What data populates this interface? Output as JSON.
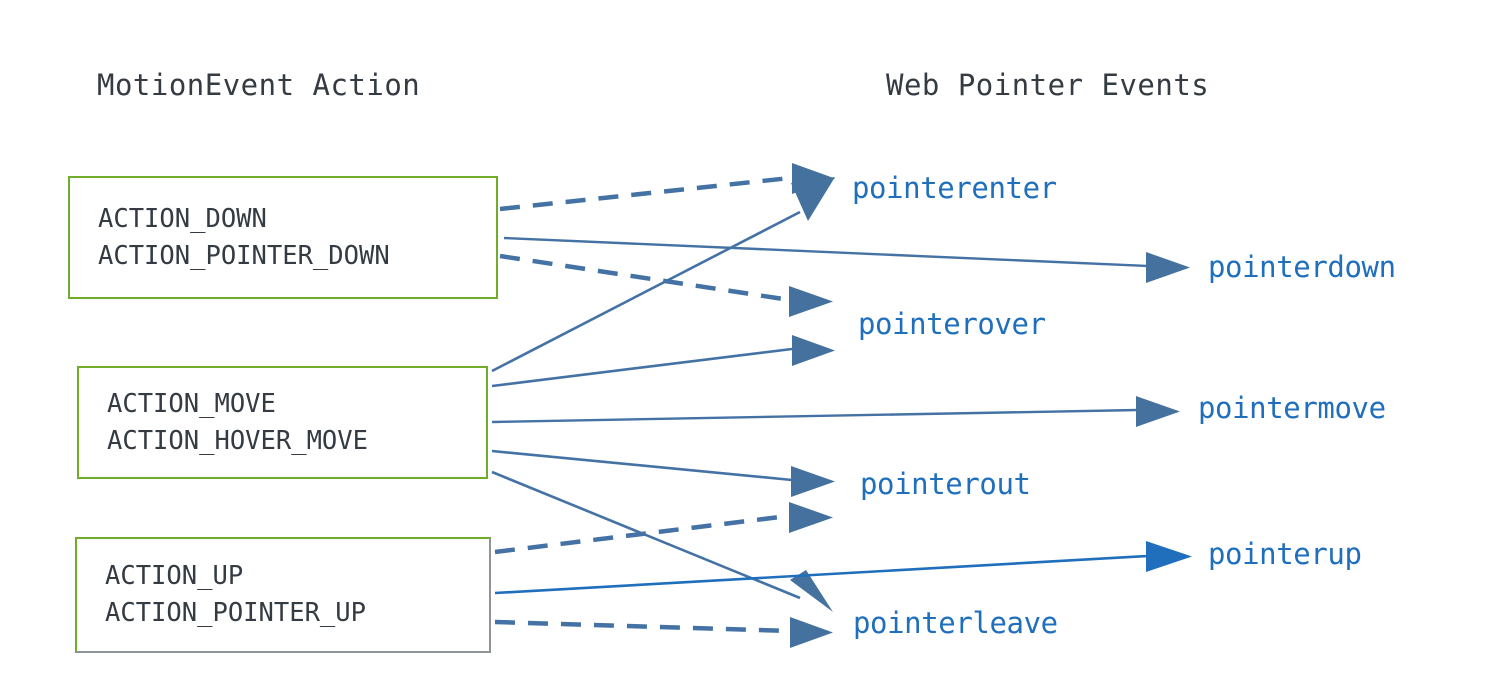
{
  "columns": {
    "left_title": "MotionEvent Action",
    "right_title": "Web Pointer Events"
  },
  "colors": {
    "box_border_green": "#70AD2A",
    "box_border_gray": "#8F9596",
    "action_text": "#353B42",
    "event_text": "#1F6FBC",
    "connector_blue": "#4472A4",
    "connector_blue_strong": "#1F6FBC",
    "background": "#FFFFFF"
  },
  "action_boxes": [
    {
      "id": "box-down",
      "lines": [
        "ACTION_DOWN",
        "ACTION_POINTER_DOWN"
      ]
    },
    {
      "id": "box-move",
      "lines": [
        "ACTION_MOVE",
        "ACTION_HOVER_MOVE"
      ]
    },
    {
      "id": "box-up",
      "lines": [
        "ACTION_UP",
        "ACTION_POINTER_UP"
      ]
    }
  ],
  "event_labels": [
    {
      "id": "label-pointerenter",
      "text": "pointerenter"
    },
    {
      "id": "label-pointerdown",
      "text": "pointerdown"
    },
    {
      "id": "label-pointerover",
      "text": "pointerover"
    },
    {
      "id": "label-pointermove",
      "text": "pointermove"
    },
    {
      "id": "label-pointerout",
      "text": "pointerout"
    },
    {
      "id": "label-pointerup",
      "text": "pointerup"
    },
    {
      "id": "label-pointerleave",
      "text": "pointerleave"
    }
  ],
  "connections": [
    {
      "from": "ACTION_DOWN / ACTION_POINTER_DOWN",
      "to": "pointerenter",
      "style": "dashed"
    },
    {
      "from": "ACTION_DOWN / ACTION_POINTER_DOWN",
      "to": "pointerdown",
      "style": "solid"
    },
    {
      "from": "ACTION_DOWN / ACTION_POINTER_DOWN",
      "to": "pointerover",
      "style": "dashed"
    },
    {
      "from": "ACTION_MOVE / ACTION_HOVER_MOVE",
      "to": "pointerenter",
      "style": "solid"
    },
    {
      "from": "ACTION_MOVE / ACTION_HOVER_MOVE",
      "to": "pointerover",
      "style": "solid"
    },
    {
      "from": "ACTION_MOVE / ACTION_HOVER_MOVE",
      "to": "pointermove",
      "style": "solid"
    },
    {
      "from": "ACTION_MOVE / ACTION_HOVER_MOVE",
      "to": "pointerout",
      "style": "solid"
    },
    {
      "from": "ACTION_MOVE / ACTION_HOVER_MOVE",
      "to": "pointerleave",
      "style": "solid"
    },
    {
      "from": "ACTION_UP / ACTION_POINTER_UP",
      "to": "pointerout",
      "style": "dashed"
    },
    {
      "from": "ACTION_UP / ACTION_POINTER_UP",
      "to": "pointerup",
      "style": "solid"
    },
    {
      "from": "ACTION_UP / ACTION_POINTER_UP",
      "to": "pointerleave",
      "style": "dashed"
    }
  ]
}
